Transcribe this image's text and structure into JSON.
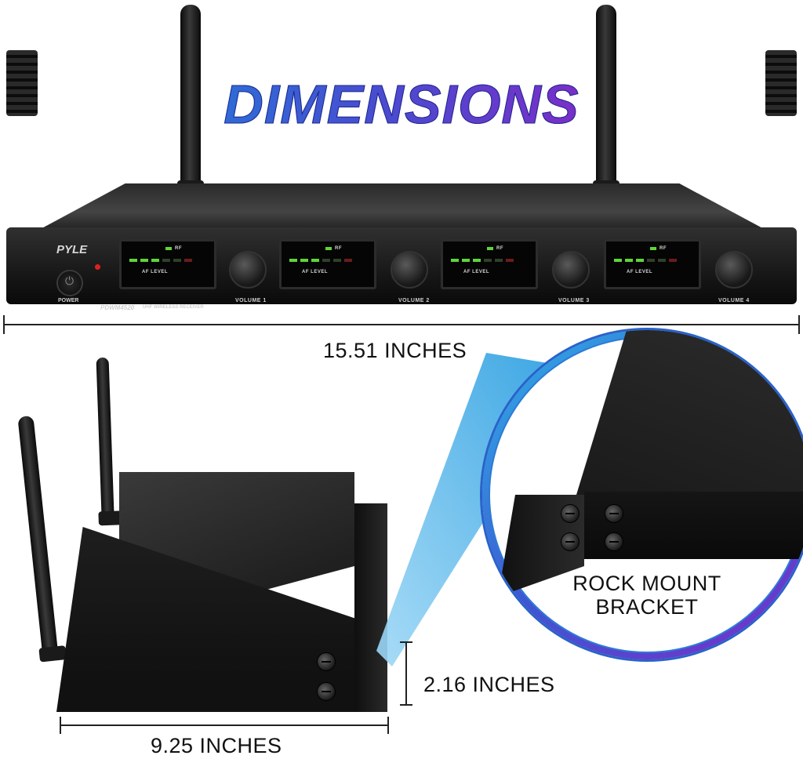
{
  "title": "DIMENSIONS",
  "device": {
    "brand": "PYLE",
    "model": "PDWM4520",
    "model_desc": "UHF WIRELESS RECEIVER",
    "power_label": "POWER",
    "panel_rf": "RF",
    "panel_af_level": "AF  LEVEL",
    "volume_labels": [
      "VOLUME 1",
      "VOLUME 2",
      "VOLUME 3",
      "VOLUME 4"
    ]
  },
  "dimensions": {
    "width": "15.51 INCHES",
    "depth": "9.25 INCHES",
    "height": "2.16 INCHES"
  },
  "callout": {
    "line1": "ROCK MOUNT",
    "line2": "BRACKET"
  },
  "colors": {
    "title_start": "#2f6bd6",
    "title_end": "#7a2ec8",
    "callout_ring": "#2a62c9"
  }
}
